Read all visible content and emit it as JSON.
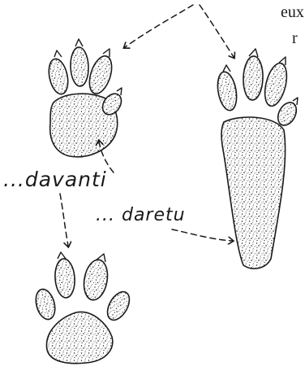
{
  "text_fragment": {
    "line1": "eux",
    "line2": "r"
  },
  "labels": {
    "front": "...davanti",
    "back": "... daretu"
  },
  "colors": {
    "ink": "#1a1a1a",
    "paper": "#ffffff"
  }
}
